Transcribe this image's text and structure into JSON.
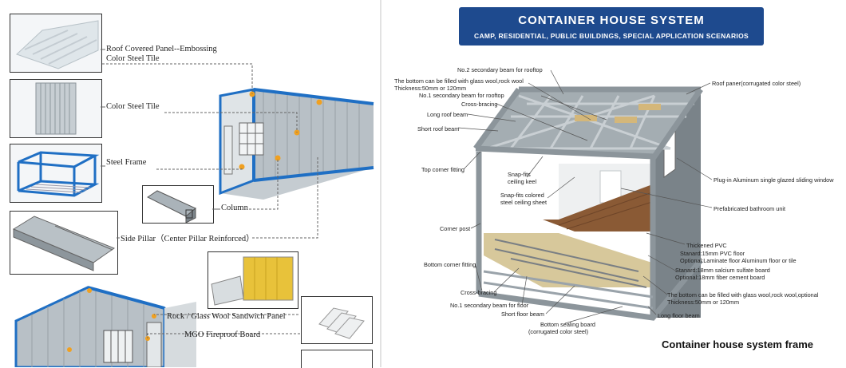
{
  "left": {
    "roof_covered_line1": "Roof Covered Panel--Embossing",
    "roof_covered_line2": "Color Steel Tile",
    "color_steel_tile": "Color Steel Tile",
    "steel_frame": "Steel Frame",
    "column": "Column",
    "side_pillar": "Side Pillar（Center Pillar Reinforced）",
    "rock_glass_wool": "Rock / Glass Wool Sandwich Panel",
    "mgo_board": "MGO Fireproof Board"
  },
  "right": {
    "banner_title": "CONTAINER HOUSE  SYSTEM",
    "banner_subtitle": "CAMP, RESIDENTIAL, PUBLIC BUILDINGS, SPECIAL APPLICATION SCENARIOS",
    "caption": "Container house system frame",
    "labels": {
      "no2_secondary_beam": "No.2 secondary beam for rooftop",
      "bottom_fill_1": "The bottom can be filled with glass wool,rock wool",
      "bottom_fill_2": "Thickness:50mm or 120mm",
      "no1_secondary_beam": "No.1 secondary beam for rooftop",
      "cross_bracing_top": "Cross-bracing",
      "long_roof_beam": "Long roof beam",
      "short_roof_beam": "Short roof beam",
      "top_corner_fitting": "Top corner fitting",
      "snap_fits_keel_1": "Snap-fits",
      "snap_fits_keel_2": "ceiling keel",
      "snap_fits_sheet_1": "Snap-fits colored",
      "snap_fits_sheet_2": "steel ceiling sheet",
      "corner_post": "Corner post",
      "bottom_corner_fitting": "Bottom corner fitting",
      "cross_bracing_bottom": "Cross-bracing",
      "no1_secondary_floor": "No.1 secondary beam for floor",
      "short_floor_beam": "Short floor beam",
      "bottom_sealing_1": "Bottom sealing board",
      "bottom_sealing_2": "(corrugated color steel)",
      "roof_paner": "Roof paner(corrugated color steel)",
      "plugin_window": "Plug-in Aluminum single glazed sliding window",
      "bathroom": "Prefabricated bathroom unit",
      "thickened_pvc": "Thickened PVC",
      "standard_pvc": "Stanard:15mm PVC floor",
      "optional_laminate": "Optional:Laminate floor Aluminum floor or tile",
      "standard_board": "Stanard:18mm salcium sulfate board",
      "optional_board": "Optional:18mm fiber cement board",
      "floor_fill_1": "The bottom can be filled with glass wool,rock wool,optional",
      "floor_fill_2": "Thickness:50mm or 120mm",
      "long_floor_beam": "Long floor beam"
    }
  },
  "colors": {
    "banner": "#1e4a8e",
    "frame_blue": "#1f6fc4",
    "steel": "#9aa3aa",
    "marker": "#f0a020"
  }
}
